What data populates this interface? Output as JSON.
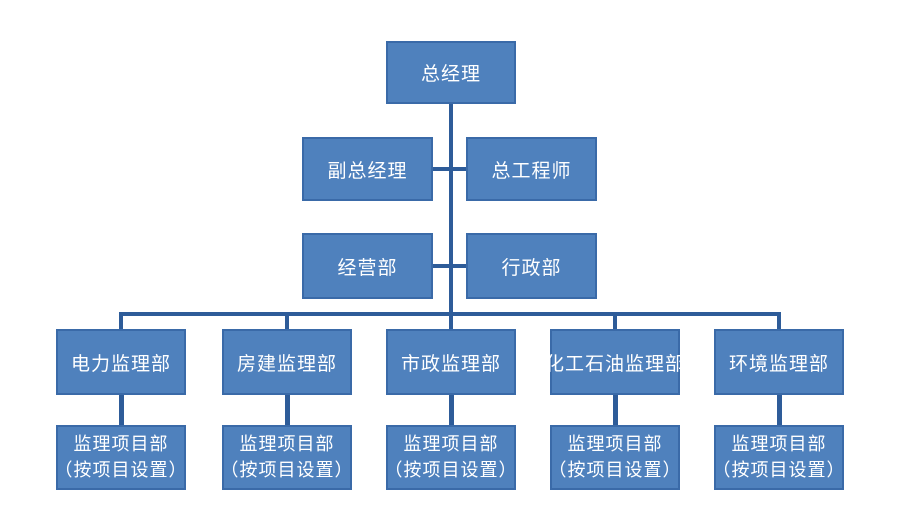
{
  "colors": {
    "background": "#ffffff",
    "box_fill": "#4f81bd",
    "box_border": "#3a6aa8",
    "connector": "#2e5c99",
    "text": "#ffffff"
  },
  "org": {
    "root": {
      "label": "总经理"
    },
    "level2": [
      {
        "label": "副总经理"
      },
      {
        "label": "总工程师"
      }
    ],
    "level3": [
      {
        "label": "经营部"
      },
      {
        "label": "行政部"
      }
    ],
    "departments": [
      {
        "label": "电力监理部"
      },
      {
        "label": "房建监理部"
      },
      {
        "label": "市政监理部"
      },
      {
        "label": "化工石油监理部"
      },
      {
        "label": "环境监理部"
      }
    ],
    "project_offices": [
      {
        "line1": "监理项目部",
        "line2": "（按项目设置）"
      },
      {
        "line1": "监理项目部",
        "line2": "（按项目设置）"
      },
      {
        "line1": "监理项目部",
        "line2": "（按项目设置）"
      },
      {
        "line1": "监理项目部",
        "line2": "（按项目设置）"
      },
      {
        "line1": "监理项目部",
        "line2": "（按项目设置）"
      }
    ]
  }
}
